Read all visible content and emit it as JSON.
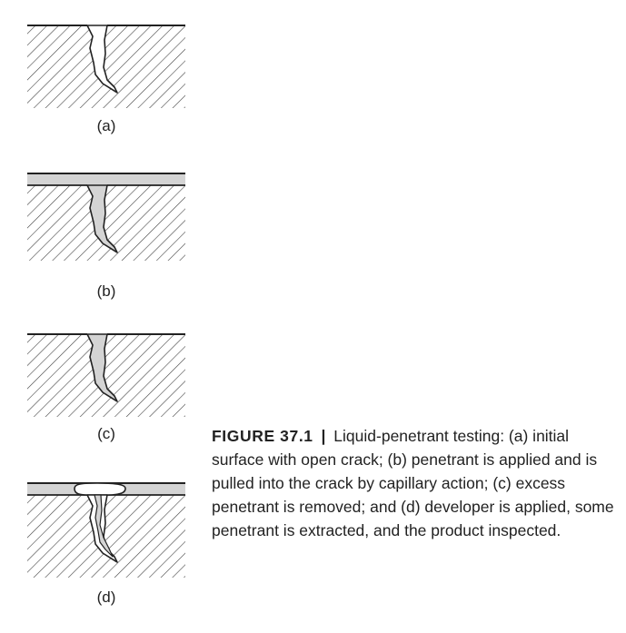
{
  "figure": {
    "number": "FIGURE 37.1",
    "separator": "|",
    "caption": "Liquid-penetrant testing: (a) initial surface with open crack; (b) penetrant is applied and is pulled into the crack by capillary action; (c) excess penetrant is removed; and (d) developer is applied, some penetrant is extracted, and the product inspected."
  },
  "panels": [
    {
      "label": "(a)",
      "stage": "initial surface with open crack"
    },
    {
      "label": "(b)",
      "stage": "penetrant applied"
    },
    {
      "label": "(c)",
      "stage": "excess penetrant removed"
    },
    {
      "label": "(d)",
      "stage": "developer applied"
    }
  ],
  "colors": {
    "material_hatch": "#444444",
    "penetrant_fill": "#d4d4d4",
    "outline": "#222222",
    "background": "#ffffff"
  }
}
